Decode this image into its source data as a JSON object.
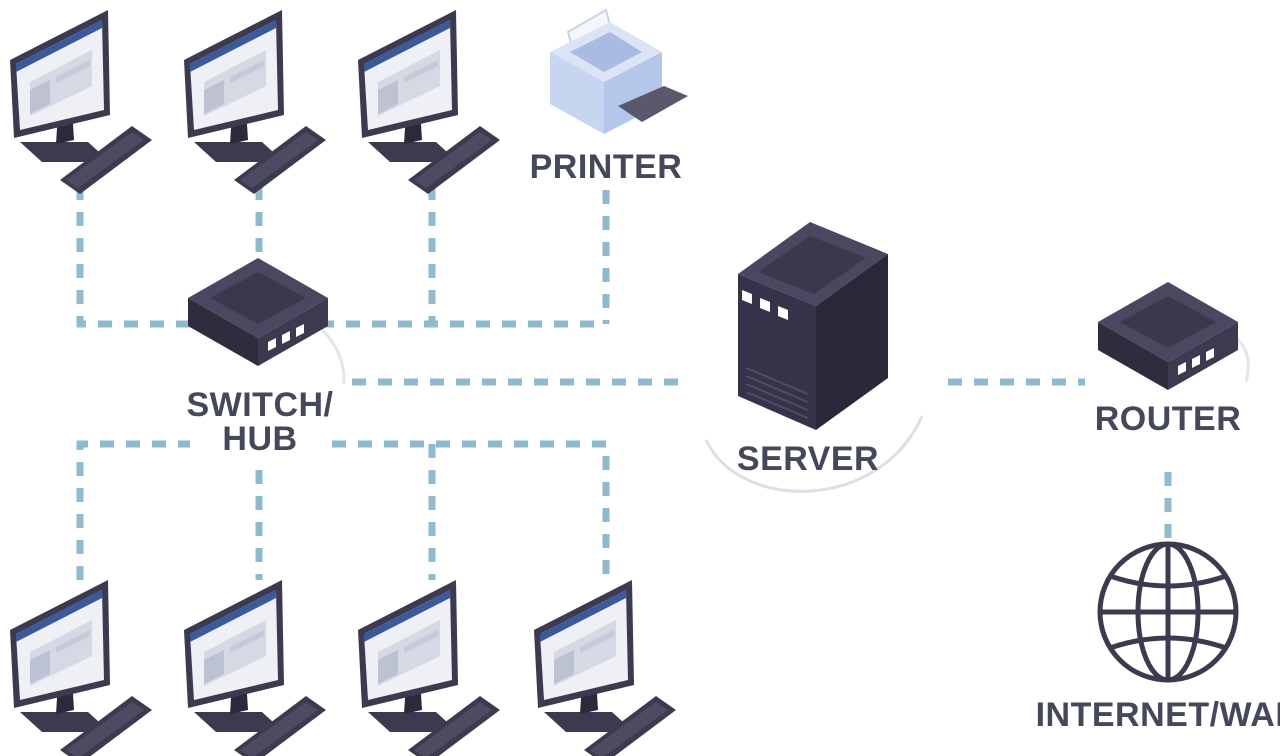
{
  "labels": {
    "printer": "PRINTER",
    "switch_line1": "SWITCH/",
    "switch_line2": "HUB",
    "server": "SERVER",
    "router": "ROUTER",
    "internet": "INTERNET/WAN"
  },
  "colors": {
    "connection": "#8fb9cd",
    "device_dark": "#3c3a4f",
    "label": "#45475a",
    "monitor_bar": "#3b5a9a",
    "printer_body": "#c7d5f0"
  }
}
